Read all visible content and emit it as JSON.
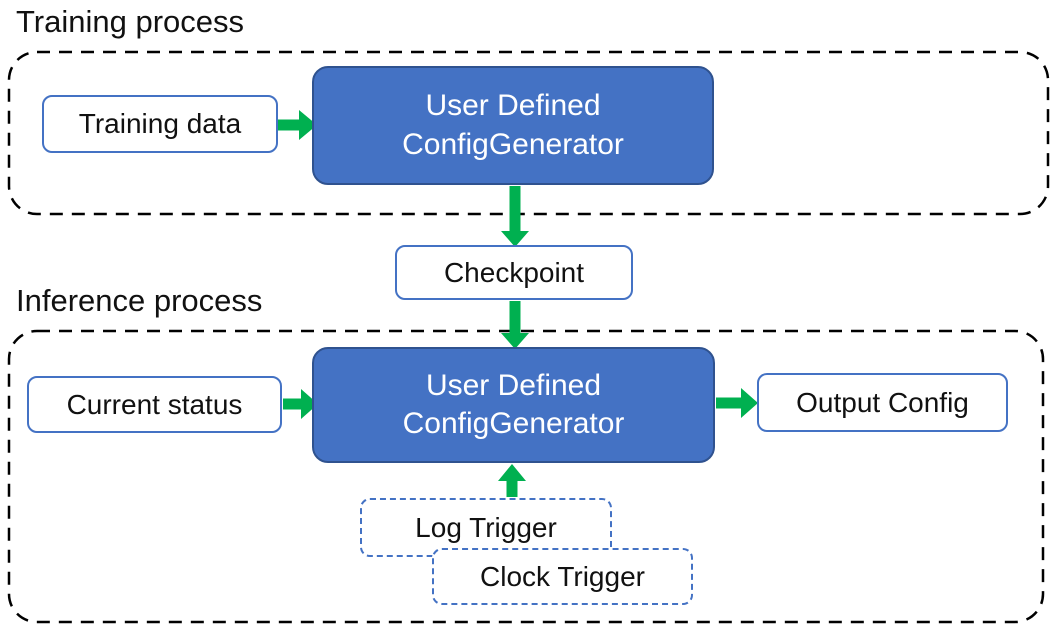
{
  "diagram": {
    "training": {
      "label": "Training process",
      "input_label": "Training data",
      "generator_line1": "User Defined",
      "generator_line2": "ConfigGenerator"
    },
    "checkpoint_label": "Checkpoint",
    "inference": {
      "label": "Inference process",
      "input_label": "Current status",
      "generator_line1": "User Defined",
      "generator_line2": "ConfigGenerator",
      "output_label": "Output Config",
      "triggers": [
        "Log Trigger",
        "Clock Trigger"
      ]
    },
    "colors": {
      "generator_fill": "#4472C4",
      "generator_border": "#2F528F",
      "box_border": "#4472C4",
      "arrow_green": "#00B050",
      "container_dash": "#000000",
      "text": "#111111",
      "background": "#FFFFFF"
    }
  }
}
